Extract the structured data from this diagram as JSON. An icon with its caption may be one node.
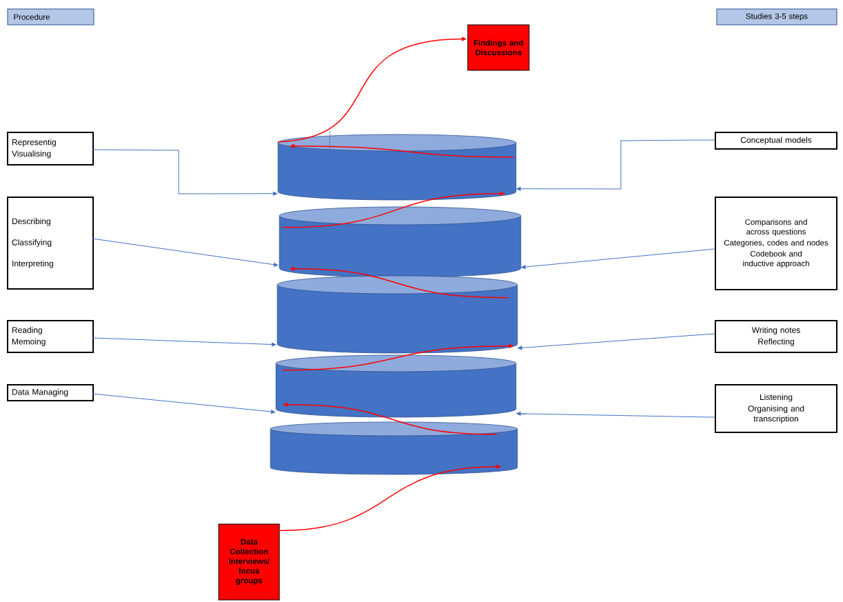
{
  "diagram": {
    "nodes": [
      {
        "text": [
          "Procedure"
        ]
      },
      {
        "text": [
          "Studies 3-5 steps"
        ]
      },
      {
        "text": [
          "Findings and Discussions"
        ]
      },
      {
        "text": [
          "Representig",
          "Visualising"
        ]
      },
      {
        "text": [
          "Describing",
          "Classifying",
          "Interpreting"
        ]
      },
      {
        "text": [
          "Reading",
          "Memoing"
        ]
      },
      {
        "text": [
          "Data Managing"
        ]
      },
      {
        "text": [
          "Conceptual models"
        ]
      },
      {
        "text": [
          "Comparisons and across questions",
          "Categories, codes and nodes",
          "Codebook and inductive approach"
        ]
      },
      {
        "text": [
          "Writing notes",
          "Reflecting"
        ]
      },
      {
        "text": [
          "Listening",
          "Organising and transcription"
        ]
      },
      {
        "text": [
          "Data Collection Interviews/ focus groups"
        ]
      },
      {
        "text": [],
        "shape": "cylinder"
      },
      {
        "text": [],
        "shape": "cylinder"
      },
      {
        "text": [],
        "shape": "cylinder"
      },
      {
        "text": [],
        "shape": "cylinder"
      },
      {
        "text": [],
        "shape": "cylinder"
      }
    ],
    "edges": [
      {
        "from": 3,
        "to": 12,
        "arrow": "to"
      },
      {
        "from": 4,
        "to": 13,
        "arrow": "to"
      },
      {
        "from": 5,
        "to": 14,
        "arrow": "to"
      },
      {
        "from": 6,
        "to": 15,
        "arrow": "to"
      },
      {
        "from": 7,
        "to": 12,
        "arrow": "to"
      },
      {
        "from": 8,
        "to": 13,
        "arrow": "to"
      },
      {
        "from": 9,
        "to": 14,
        "arrow": "to"
      },
      {
        "from": 10,
        "to": 15,
        "arrow": "to"
      },
      {
        "from": 11,
        "to": 16,
        "arrow": "to",
        "color": "#ff0000"
      },
      {
        "from": 16,
        "to": 15,
        "arrow": "to",
        "color": "#ff0000"
      },
      {
        "from": 15,
        "to": 14,
        "arrow": "to",
        "color": "#ff0000"
      },
      {
        "from": 14,
        "to": 13,
        "arrow": "to",
        "color": "#ff0000"
      },
      {
        "from": 13,
        "to": 12,
        "arrow": "to",
        "color": "#ff0000"
      },
      {
        "from": 12,
        "to": 12,
        "arrow": "to",
        "color": "#ff0000"
      },
      {
        "from": 12,
        "to": 2,
        "arrow": "to",
        "color": "#ff0000"
      }
    ]
  }
}
